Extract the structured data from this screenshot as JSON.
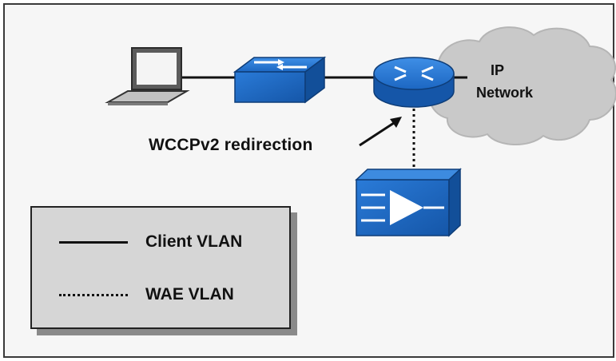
{
  "diagram": {
    "cloud": {
      "line1": "IP",
      "line2": "Network"
    },
    "annotation": {
      "text": "WCCPv2 redirection"
    },
    "legend": {
      "items": [
        {
          "style": "solid",
          "label": "Client VLAN"
        },
        {
          "style": "dotted",
          "label": "WAE VLAN"
        }
      ]
    },
    "colors": {
      "device_blue": "#1f6fc9",
      "device_dark": "#114b91",
      "cloud_grey": "#c7c7c7",
      "legend_bg": "#d6d6d6"
    },
    "icons": [
      "laptop-icon",
      "switch-icon",
      "router-icon",
      "wae-appliance-icon",
      "ip-cloud-icon"
    ]
  }
}
